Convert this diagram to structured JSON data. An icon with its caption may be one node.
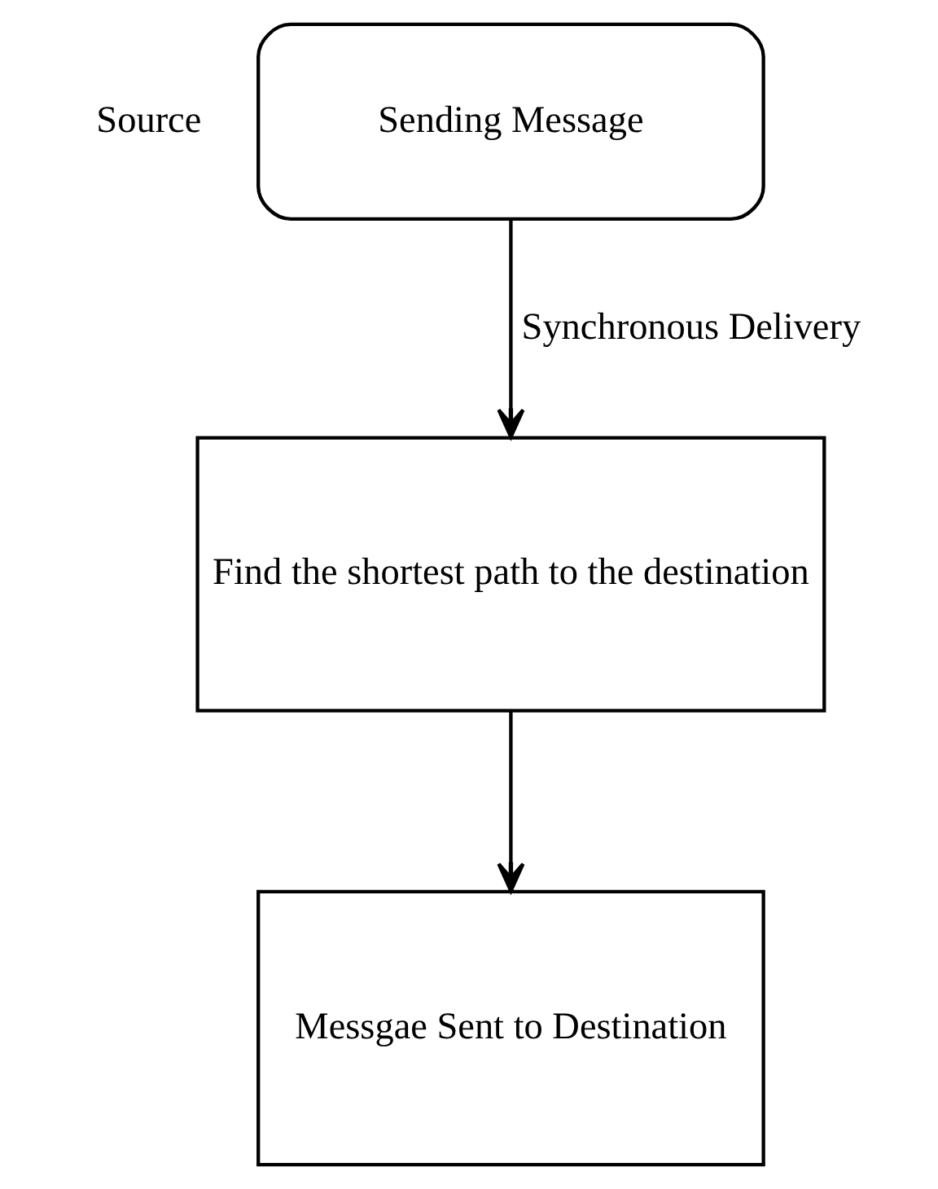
{
  "diagram": {
    "nodes": [
      {
        "text": [
          "Sending Message"
        ],
        "beside": [
          "Source"
        ]
      },
      {
        "text": [
          "Find the shortest path to the destination"
        ]
      },
      {
        "text": [
          "Messgae Sent to Destination"
        ]
      }
    ],
    "edges": [
      {
        "from": 0,
        "to": 1,
        "arrow": "to",
        "label": "Synchronous Delivery"
      },
      {
        "from": 1,
        "to": 2,
        "arrow": "to"
      }
    ]
  }
}
